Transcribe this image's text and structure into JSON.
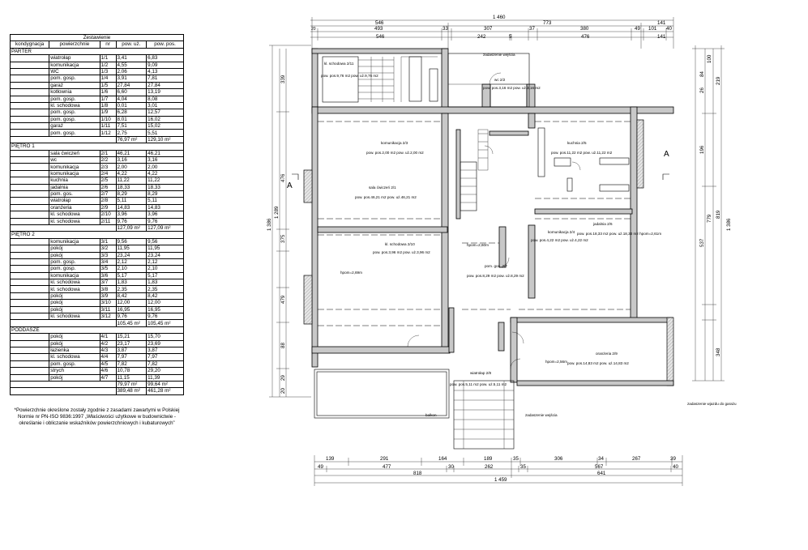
{
  "table": {
    "title": "Zestawienie",
    "headers": [
      "kondygnacja",
      "powierzchnie",
      "nr",
      "pow. uż.",
      "pow. pos."
    ],
    "sections": [
      {
        "name": "PARTER",
        "rows": [
          [
            "wiatrołap",
            "1/1",
            "3,41",
            "6,83"
          ],
          [
            "komunikacja",
            "1/2",
            "4,55",
            "9,09"
          ],
          [
            "WC",
            "1/3",
            "2,06",
            "4,13"
          ],
          [
            "pom. gosp.",
            "1/4",
            "3,91",
            "7,81"
          ],
          [
            "garaż",
            "1/5",
            "27,84",
            "27,84"
          ],
          [
            "kotłownia",
            "1/6",
            "6,60",
            "13,19"
          ],
          [
            "pom. gosp.",
            "1/7",
            "4,04",
            "8,08"
          ],
          [
            "kl. schodowa",
            "1/8",
            "0,01",
            "3,01"
          ],
          [
            "pom. gosp.",
            "1/9",
            "6,28",
            "12,57"
          ],
          [
            "pom. gosp.",
            "1/10",
            "8,01",
            "16,02"
          ],
          [
            "garaż",
            "1/11",
            "7,51",
            "15,02"
          ],
          [
            "pom. gosp.",
            "1/12",
            "2,75",
            "5,51"
          ]
        ],
        "total_use": "76,97 m²",
        "total_floor": "129,10 m²"
      },
      {
        "name": "PIĘTRO 1",
        "rows": [
          [
            "sala ćwiczeń",
            "2/1",
            "46,21",
            "46,21"
          ],
          [
            "wc",
            "2/2",
            "3,16",
            "3,16"
          ],
          [
            "komunikacja",
            "2/3",
            "2,00",
            "2,00"
          ],
          [
            "komunikacja",
            "2/4",
            "4,22",
            "4,22"
          ],
          [
            "kuchnia",
            "2/5",
            "11,22",
            "11,22"
          ],
          [
            "jadalnia",
            "2/6",
            "18,33",
            "18,33"
          ],
          [
            "pom. gos.",
            "2/7",
            "8,29",
            "8,29"
          ],
          [
            "wiatrołap",
            "2/8",
            "5,11",
            "5,11"
          ],
          [
            "oranżeria",
            "2/9",
            "14,83",
            "14,83"
          ],
          [
            "kl. schodowa",
            "2/10",
            "3,96",
            "3,96"
          ],
          [
            "kl. schodowa",
            "2/11",
            "9,76",
            "9,76"
          ]
        ],
        "total_use": "127,09 m²",
        "total_floor": "127,09 m²"
      },
      {
        "name": "PIĘTRO 2",
        "rows": [
          [
            "komunikacja",
            "3/1",
            "9,56",
            "9,56"
          ],
          [
            "pokój",
            "3/2",
            "11,95",
            "11,95"
          ],
          [
            "pokój",
            "3/3",
            "23,24",
            "23,24"
          ],
          [
            "pom. gosp.",
            "3/4",
            "2,12",
            "2,12"
          ],
          [
            "pom. gosp.",
            "3/5",
            "2,10",
            "2,10"
          ],
          [
            "komunikacja",
            "3/6",
            "5,17",
            "5,17"
          ],
          [
            "kl. schodowa",
            "3/7",
            "1,83",
            "1,83"
          ],
          [
            "kl. schodowa",
            "3/8",
            "2,35",
            "2,35"
          ],
          [
            "pokój",
            "3/9",
            "8,42",
            "8,42"
          ],
          [
            "pokój",
            "3/10",
            "12,00",
            "12,00"
          ],
          [
            "pokój",
            "3/11",
            "16,95",
            "16,95"
          ],
          [
            "kl. schodowa",
            "3/12",
            "9,76",
            "9,76"
          ]
        ],
        "total_use": "105,45 m²",
        "total_floor": "105,45 m²"
      },
      {
        "name": "PODDASZE",
        "rows": [
          [
            "pokój",
            "4/1",
            "15,21",
            "15,70"
          ],
          [
            "pokój",
            "4/2",
            "23,17",
            "23,69"
          ],
          [
            "łazienka",
            "4/3",
            "3,87",
            "3,87"
          ],
          [
            "kl. schodowa",
            "4/4",
            "7,97",
            "7,97"
          ],
          [
            "pom. gosp.",
            "4/5",
            "7,82",
            "7,82"
          ],
          [
            "strych",
            "4/6",
            "10,78",
            "29,20"
          ],
          [
            "pokój",
            "4/7",
            "11,15",
            "11,39"
          ]
        ],
        "total_use": "79,97 m²",
        "total_floor": "99,64 m²"
      }
    ],
    "grand_use": "389,48 m²",
    "grand_floor": "461,28 m²"
  },
  "note": "*Powierzchnie określone zostały zgodnie z zasadami zawartymi w Polskiej Normie nr PN-ISO 9836:1997 „Właściwości użytkowe w budownictwie - określanie i obliczanie wskaźników powierzchniowych i kubaturowych”",
  "plan": {
    "top_dims": {
      "row1": [
        "1 460"
      ],
      "row2": [
        "546",
        "773",
        "141"
      ],
      "row3": [
        "20",
        "493",
        "33",
        "307",
        "37",
        "380",
        "49",
        "101",
        "40"
      ],
      "row4": [
        "546",
        "242",
        "5",
        "476",
        "141"
      ]
    },
    "bottom_dims": {
      "row1": [
        "139",
        "291",
        "164",
        "189",
        "35",
        "306",
        "34",
        "267",
        "39"
      ],
      "row2": [
        "49",
        "477",
        "30",
        "262",
        "35",
        "567",
        "40"
      ],
      "row3": [
        "818",
        "641"
      ],
      "row4": [
        "1 459"
      ]
    },
    "left_dims": [
      "1 386",
      "1 289",
      "476",
      "339",
      "375",
      "479",
      "88",
      "29",
      "20"
    ],
    "right_dims": [
      "1 386",
      "819",
      "779",
      "537",
      "196",
      "348",
      "219",
      "100",
      "84",
      "26"
    ],
    "section_marks": [
      "A",
      "A"
    ],
    "labels": {
      "stair_211": "kl. schodowa 2/11",
      "stair_211_area": "pow. pos.9,76 m2 pow. uż.9,76 m2",
      "wejscie": "zadaszenie wejścia",
      "wc": "wc 2/2",
      "wc_area": "pow. pos.3,16 m2 pow. uż.3,16 m2",
      "komunikacja_23": "komunikacja 2/3",
      "komunikacja_23_area": "pow. pos.2,00 m2 pow. uż.2,00 m2",
      "kuchnia": "kuchnia 2/5",
      "kuchnia_area": "pow. pos.11,22 m2 pow. uż.11,22 m2",
      "sala": "sala ćwiczeń 2/1",
      "sala_area": "pow. pos.46,21 m2 pow. uż.46,21 m2",
      "jadalnia": "jadalnia 2/6",
      "jadalnia_area": "pow. pos.18,33 m2 pow. uż.18,33 m2 hpom=2,61m",
      "komunikacja_24": "komunikacja 2/4",
      "komunikacja_24_area": "pow. pos.4,22 m2 pow. uż.4,22 m2",
      "stair_210": "kl. schodowa 2/10",
      "stair_210_area": "pow. pos.3,96 m2 pow. uż.3,96 m2",
      "pom_gos": "pom. gos. 2/7",
      "pom_gos_area": "pow. pos.8,29 m2 pow. uż.8,29 m2",
      "oranzeria": "oranżeria 2/9",
      "oranzeria_area": "pow. pos.14,83 m2 pow. uż.14,83 m2",
      "wiatrolap": "wiatrołap 2/8",
      "wiatrolap_area": "pow. pos.5,11 m2 pow. uż.5,11 m2",
      "balkon": "balkon",
      "zadaszenie_wejscia_b": "zadaszenie wejścia",
      "zadaszenie_wjazdu": "zadaszenie wjazdu do garażu",
      "hpom_269": "hpom=2,69m",
      "hpom_256": "hpom=2,56m",
      "hpom_260": "hpom=2,60m"
    }
  }
}
